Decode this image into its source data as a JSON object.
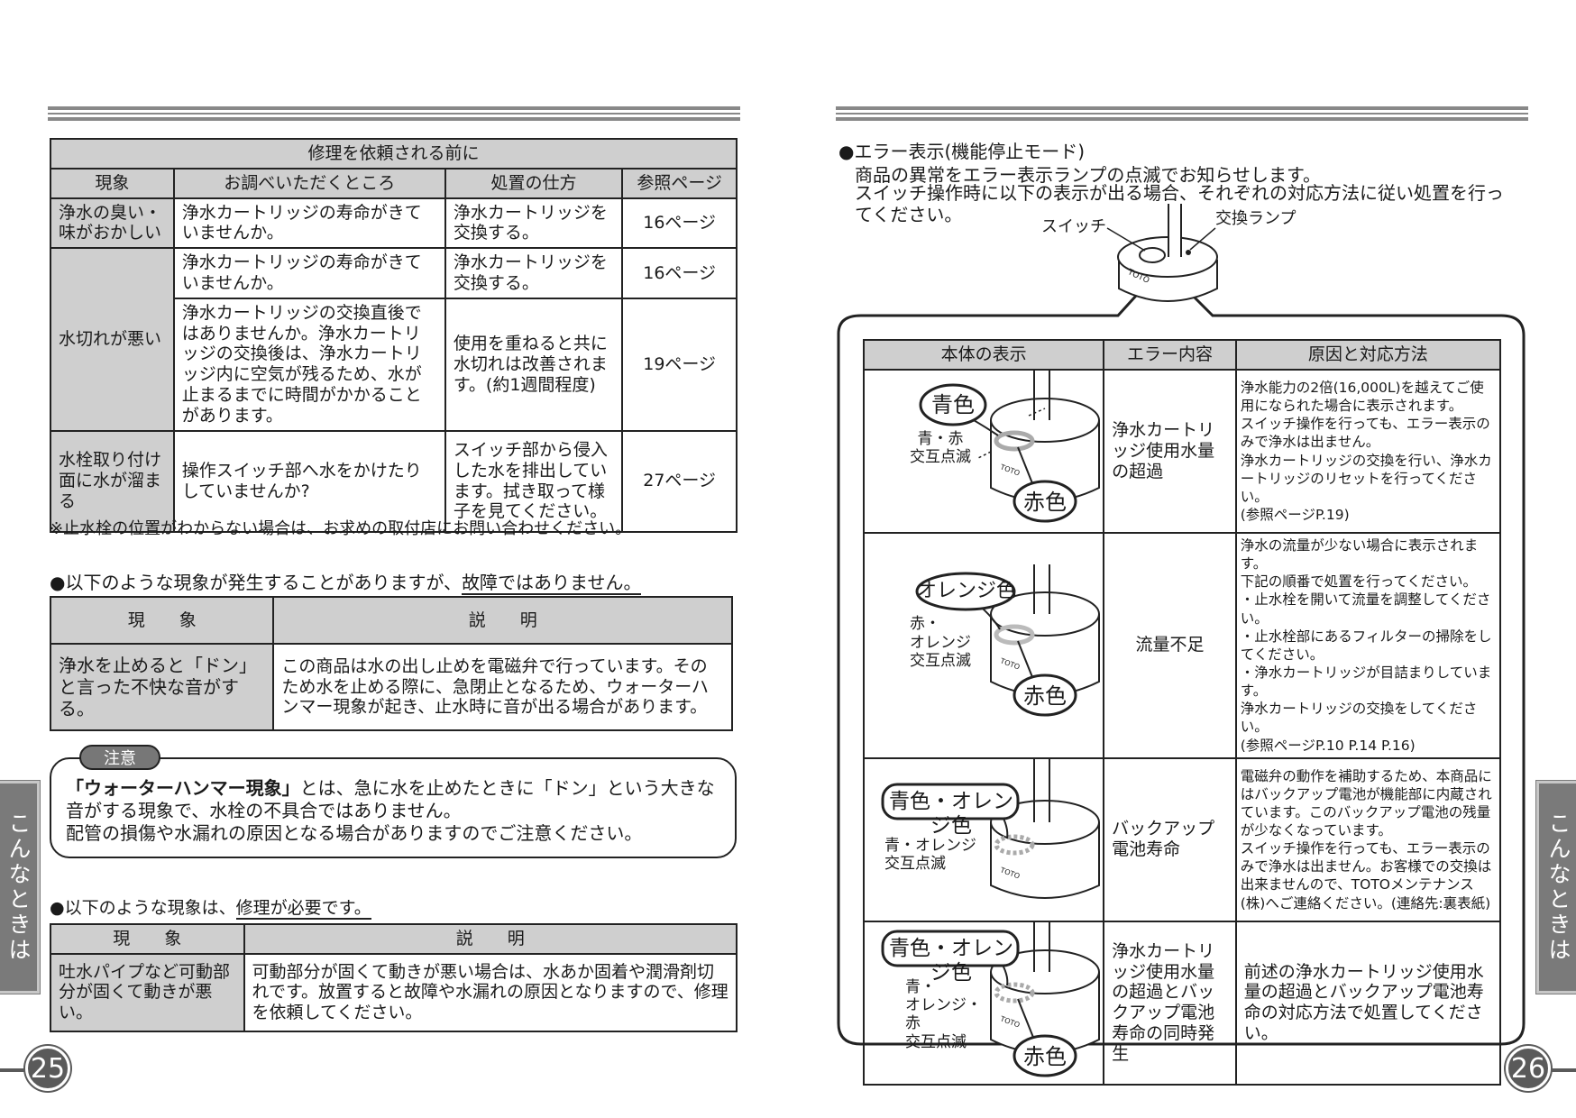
{
  "left": {
    "table1": {
      "title": "修理を依頼される前に",
      "headers": [
        "現象",
        "お調べいただくところ",
        "処置の仕方",
        "参照ページ"
      ],
      "rows": [
        {
          "phenomenon": "浄水の臭い・味がおかしい",
          "check": "浄水カートリッジの寿命がきていませんか。",
          "action": "浄水カートリッジを交換する。",
          "page": "16ページ"
        },
        {
          "phenomenon": "水切れが悪い",
          "check": "浄水カートリッジの寿命がきていませんか。",
          "action": "浄水カートリッジを交換する。",
          "page": "16ページ"
        },
        {
          "phenomenon": "",
          "check": "浄水カートリッジの交換直後ではありませんか。浄水カートリッジの交換後は、浄水カートリッジ内に空気が残るため、水が止まるまでに時間がかかることがあります。",
          "action": "使用を重ねると共に水切れは改善されます。(約1週間程度)",
          "page": "19ページ"
        },
        {
          "phenomenon": "水栓取り付け面に水が溜まる",
          "check": "操作スイッチ部へ水をかけたりしていませんか?",
          "action": "スイッチ部から侵入した水を排出しています。拭き取って様子を見てください。",
          "page": "27ページ"
        }
      ],
      "note": "※止水栓の位置がわからない場合は、お求めの取付店にお問い合わせください。"
    },
    "section2": {
      "heading_pre": "●以下のような現象が発生することがありますが、",
      "heading_em": "故障ではありません。",
      "headers": [
        "現　　象",
        "説　　明"
      ],
      "phenomenon": "浄水を止めると「ドン」と言った不快な音がする。",
      "explanation": "この商品は水の出し止めを電磁弁で行っています。そのため水を止める際に、急閉止となるため、ウォーターハンマー現象が起き、止水時に音が出る場合があります。"
    },
    "caution": {
      "label": "注意",
      "bold": "「ウォーターハンマー現象」",
      "text1": "とは、急に水を止めたときに「ドン」という大きな音がする現象で、水栓の不具合ではありません。",
      "text2": "配管の損傷や水漏れの原因となる場合がありますのでご注意ください。"
    },
    "section3": {
      "heading_pre": "●以下のような現象は、",
      "heading_em": "修理が必要です。",
      "headers": [
        "現　　象",
        "説　　明"
      ],
      "phenomenon": "吐水パイプなど可動部分が固くて動きが悪い。",
      "explanation": "可動部分が固くて動きが悪い場合は、水あか固着や潤滑剤切れです。放置すると故障や水漏れの原因となりますので、修理を依頼してください。"
    },
    "side_tab": "こんなときは",
    "page_number": "25"
  },
  "right": {
    "heading": "●エラー表示(機能停止モード)",
    "intro1": "商品の異常をエラー表示ランプの点滅でお知らせします。",
    "intro2": "スイッチ操作時に以下の表示が出る場合、それぞれの対応方法に従い処置を行ってください。",
    "label_switch": "スイッチ",
    "label_lamp": "交換ランプ",
    "brand": "TOTO",
    "headers": [
      "本体の表示",
      "エラー内容",
      "原因と対応方法"
    ],
    "rows": [
      {
        "bubble_top": "青色",
        "bubble_bottom": "赤色",
        "blink": "青・赤\n交互点滅",
        "error": "浄水カートリッジ使用水量の超過",
        "cause": "浄水能力の2倍(16,000L)を越えてご使用になられた場合に表示されます。\nスイッチ操作を行っても、エラー表示のみで浄水は出ません。\n浄水カートリッジの交換を行い、浄水カートリッジのリセットを行ってください。\n(参照ページP.19)"
      },
      {
        "bubble_top": "オレンジ色",
        "bubble_bottom": "赤色",
        "blink": "赤・\nオレンジ\n交互点滅",
        "error": "流量不足",
        "cause": "浄水の流量が少ない場合に表示されます。\n下記の順番で処置を行ってください。\n・止水栓を開いて流量を調整してください。\n・止水栓部にあるフィルターの掃除をしてください。\n・浄水カートリッジが目詰まりしています。\n浄水カートリッジの交換をしてください。\n(参照ページP.10 P.14 P.16)"
      },
      {
        "bubble_top": "青色・オレンジ色",
        "bubble_bottom": "",
        "blink": "青・オレンジ\n交互点滅",
        "error": "バックアップ電池寿命",
        "cause": "電磁弁の動作を補助するため、本商品にはバックアップ電池が機能部に内蔵されています。このバックアップ電池の残量が少なくなっています。\nスイッチ操作を行っても、エラー表示のみで浄水は出ません。お客様での交換は出来ませんので、TOTOメンテナンス(株)へご連絡ください。(連絡先:裏表紙)"
      },
      {
        "bubble_top": "青色・オレンジ色",
        "bubble_bottom": "赤色",
        "blink": "青・\nオレンジ・\n赤\n交互点滅",
        "error": "浄水カートリッジ使用水量の超過とバックアップ電池寿命の同時発生",
        "cause": "前述の浄水カートリッジ使用水量の超過とバックアップ電池寿命の対応方法で処置してください。"
      }
    ],
    "side_tab": "こんなときは",
    "page_number": "26"
  }
}
